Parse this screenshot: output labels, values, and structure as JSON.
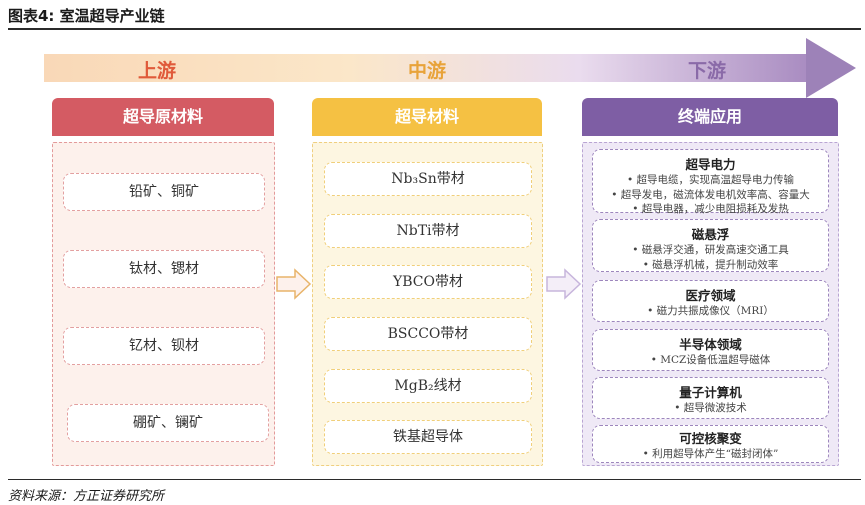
{
  "figure_title": "图表4: 室温超导产业链",
  "source": "资料来源：方正证券研究所",
  "stages": [
    {
      "label": "上游",
      "color": "#e05a3a"
    },
    {
      "label": "中游",
      "color": "#e8a33a"
    },
    {
      "label": "下游",
      "color": "#8a6aa8"
    }
  ],
  "columns": {
    "left": {
      "header": "超导原材料",
      "header_color": "#d45b63",
      "items": [
        "铅矿、铜矿",
        "钛材、锶材",
        "钇材、钡材",
        "硼矿、镧矿"
      ]
    },
    "middle": {
      "header": "超导材料",
      "header_color": "#f5c143",
      "items": [
        "Nb₃Sn带材",
        "NbTi带材",
        "YBCO带材",
        "BSCCO带材",
        "MgB₂线材",
        "铁基超导体"
      ]
    },
    "right": {
      "header": "终端应用",
      "header_color": "#7e5ea4",
      "groups": [
        {
          "title": "超导电力",
          "lines": [
            "• 超导电缆，实现高温超导电力传输",
            "• 超导发电，磁流体发电机效率高、容量大",
            "• 超导电器，减少电阻损耗及发热"
          ]
        },
        {
          "title": "磁悬浮",
          "lines": [
            "• 磁悬浮交通，研发高速交通工具",
            "• 磁悬浮机械，提升制动效率"
          ]
        },
        {
          "title": "医疗领域",
          "lines": [
            "• 磁力共振成像仪（MRI）"
          ]
        },
        {
          "title": "半导体领域",
          "lines": [
            "• MCZ设备低温超导磁体"
          ]
        },
        {
          "title": "量子计算机",
          "lines": [
            "• 超导微波技术"
          ]
        },
        {
          "title": "可控核聚变",
          "lines": [
            "• 利用超导体产生“磁封闭体”"
          ]
        }
      ]
    }
  }
}
